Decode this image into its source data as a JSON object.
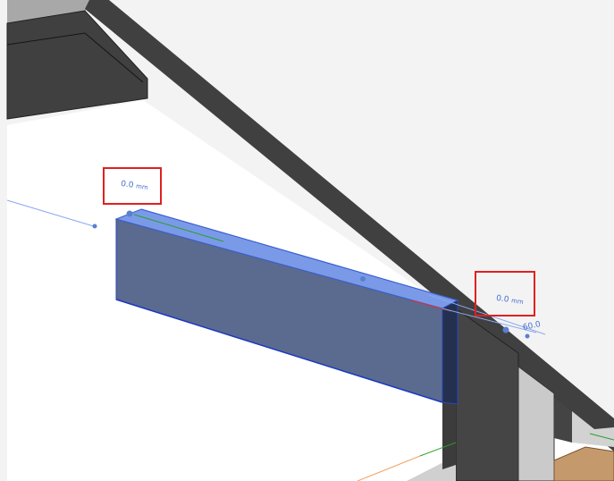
{
  "viewport": {
    "dimensions": [
      {
        "value": "0.0",
        "unit": "mm"
      },
      {
        "value": "0.0",
        "unit": "mm"
      },
      {
        "value": "60.0"
      }
    ]
  },
  "colors": {
    "selection": "#5b74c8",
    "structure": "#3f3f3f",
    "highlight": "#e02020",
    "dimension": "#4a6fd0"
  }
}
